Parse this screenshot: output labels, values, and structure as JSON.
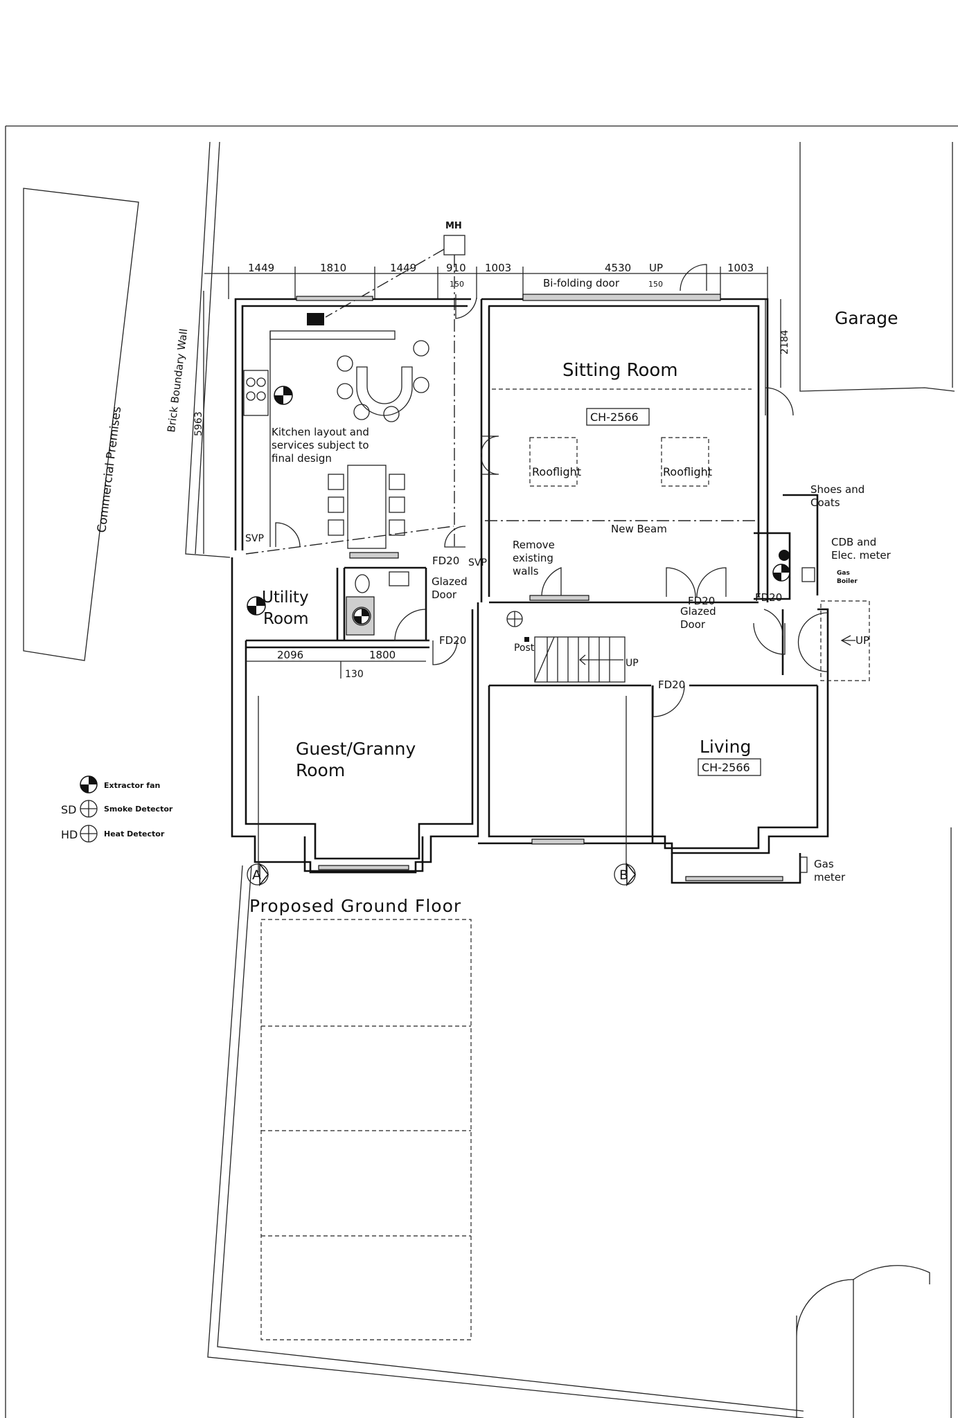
{
  "rooms": {
    "sitting": "Sitting Room",
    "kitchen_note_1": "Kitchen layout and",
    "kitchen_note_2": "services subject to",
    "kitchen_note_3": "final design",
    "utility_1": "Utility",
    "utility_2": "Room",
    "guest_1": "Guest/Granny",
    "guest_2": "Room",
    "living": "Living",
    "garage": "Garage"
  },
  "tags": {
    "sitting_ceiling": "CH-2566",
    "living_ceiling": "CH-2566",
    "rooflight_left": "Rooflight",
    "rooflight_right": "Rooflight"
  },
  "context": {
    "commercial": "Commercial Premises",
    "boundary": "Brick Boundary Wall",
    "mh": "MH"
  },
  "dimensions": {
    "top": [
      "1449",
      "1810",
      "1449",
      "910",
      "1003",
      "4530",
      "1003"
    ],
    "up_top": "UP",
    "up_150a": "150",
    "up_150b": "150",
    "left_depth": "5963",
    "right_depth": "2184",
    "utility_width": "2096",
    "wc_width": "1800",
    "partition": "130"
  },
  "annotations": {
    "bifold": "Bi-folding door",
    "new_beam": "New Beam",
    "remove_1": "Remove",
    "remove_2": "existing",
    "remove_3": "walls",
    "glazed_1": "Glazed",
    "glazed_2": "Door",
    "glazed_b1": "Glazed",
    "glazed_b2": "Door",
    "svp_left": "SVP",
    "svp_mid": "SVP",
    "fd20_a": "FD20",
    "fd20_b": "FD20",
    "fd20_c": "FD20",
    "fd20_d": "FD20",
    "fd20_e": "FD20",
    "shoes_1": "Shoes and",
    "shoes_2": "Coats",
    "cdb_1": "CDB and",
    "cdb_2": "Elec. meter",
    "gas_boiler_1": "Gas",
    "gas_boiler_2": "Boiler",
    "post": "Post",
    "stair_up": "UP",
    "hall_up": "UP",
    "gas_meter_1": "Gas",
    "gas_meter_2": "meter"
  },
  "sections": {
    "a": "A",
    "b": "B"
  },
  "drawing_title": "Proposed Ground Floor",
  "legend": [
    {
      "prefix": "",
      "label": "Extractor fan"
    },
    {
      "prefix": "SD",
      "label": "Smoke Detector"
    },
    {
      "prefix": "HD",
      "label": "Heat Detector"
    }
  ]
}
